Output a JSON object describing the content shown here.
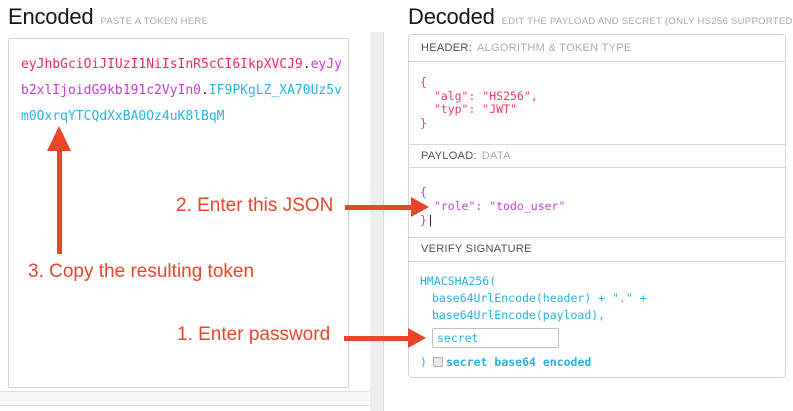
{
  "encoded": {
    "title": "Encoded",
    "subtitle": "PASTE A TOKEN HERE",
    "token": {
      "header": "eyJhbGciOiJIUzI1NiIsInR5cCI6IkpXVCJ9",
      "dot1": ".",
      "payload": "eyJyb2xlIjoidG9kb191c2VyIn0",
      "dot2": ".",
      "signature": "IF9PKgLZ_XA70Uz5vm0OxrqYTCQdXxBA0Oz4uK8lBqM"
    }
  },
  "decoded": {
    "title": "Decoded",
    "subtitle": "EDIT THE PAYLOAD AND SECRET (ONLY HS256 SUPPORTED)",
    "sections": {
      "header": {
        "label_strong": "HEADER:",
        "label_light": "ALGORITHM & TOKEN TYPE",
        "json": "{\n  \"alg\": \"HS256\",\n  \"typ\": \"JWT\"\n}"
      },
      "payload": {
        "label_strong": "PAYLOAD:",
        "label_light": "DATA",
        "json": "{\n  \"role\": \"todo_user\"\n}",
        "cursor": "|"
      },
      "signature": {
        "label": "VERIFY SIGNATURE",
        "line1": "HMACSHA256(",
        "line2": "base64UrlEncode(header) + \".\" +",
        "line3": "base64UrlEncode(payload),",
        "secret_value": "secret",
        "closing": ")",
        "checkbox_label": "secret base64 encoded",
        "checkbox_checked": false
      }
    }
  },
  "annotations": {
    "step1": "1. Enter password",
    "step2": "2. Enter this JSON",
    "step3": "3. Copy the resulting token"
  },
  "colors": {
    "annotation": "#e9452a",
    "token_header": "#ec2d53",
    "token_payload": "#c13dd3",
    "token_signature": "#2ab4ea",
    "json_red": "#ef3e5e",
    "json_purple": "#bf47d2",
    "code_cyan": "#29b1e2"
  }
}
